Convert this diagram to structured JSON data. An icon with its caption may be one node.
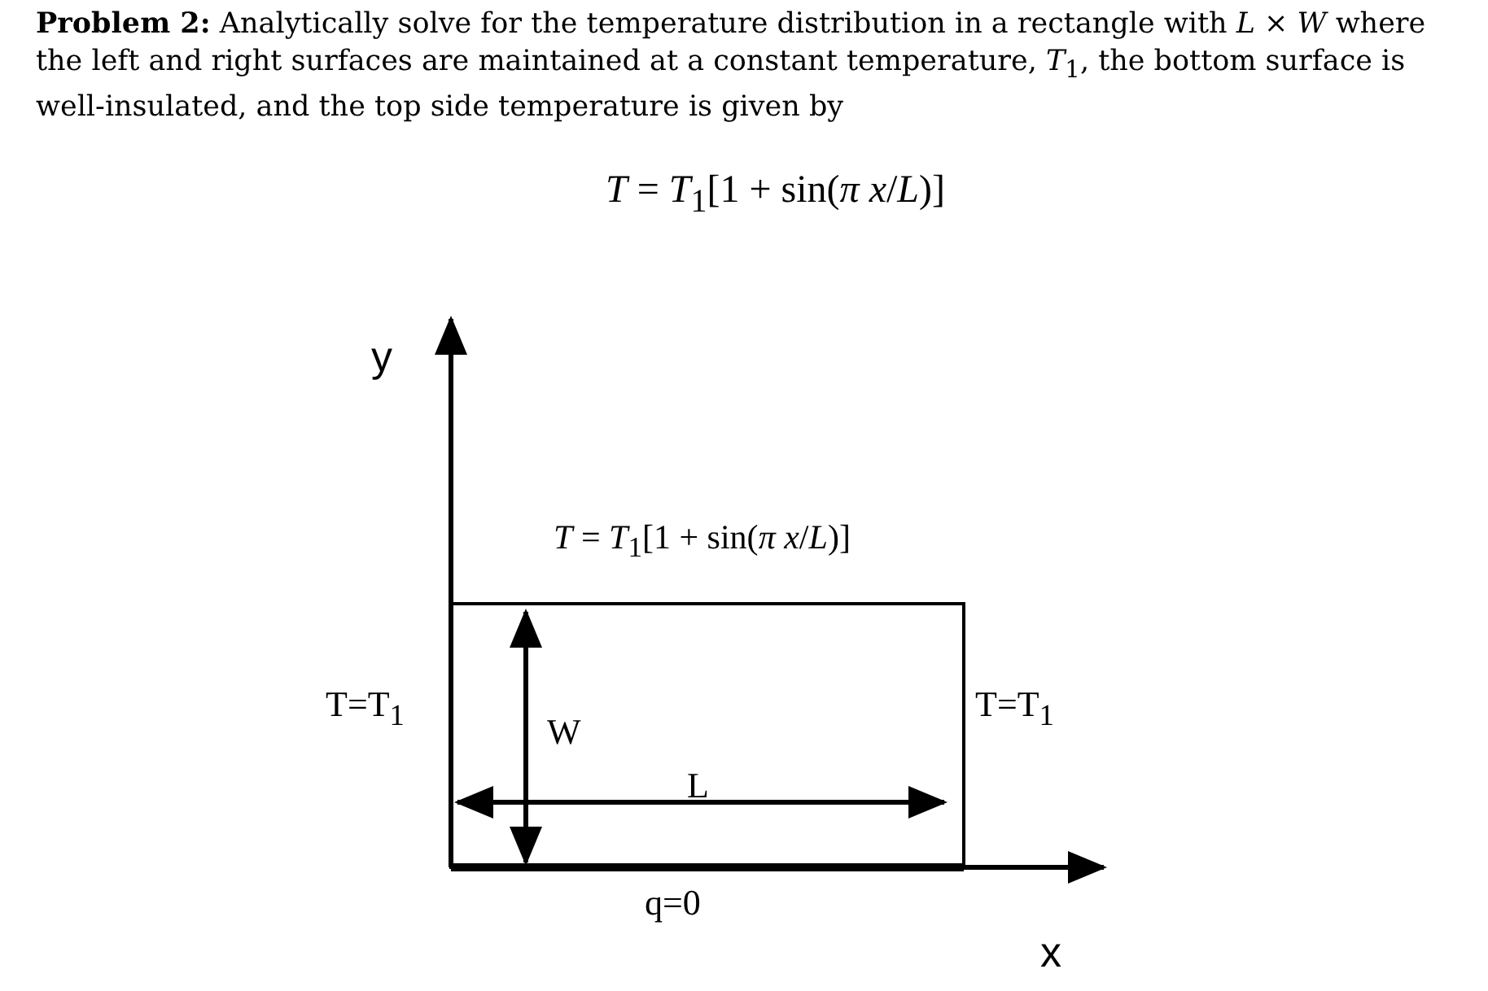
{
  "diagram": {
    "title": "**Problem 2:** Analytically solve for the temperature distribution in a rectangle with *L* × *W* where the left and right surfaces are maintained at a constant temperature, *T*$_{1}$, the bottom surface is well-insulated, and the top side temperature is given by",
    "labels": [
      "*T* = *T*$_{1}$[1 + sin(*π* *x*/*L*)]",
      "y",
      "*T* = *T*$_{1}$[1 + sin(*π* *x*/*L*)]",
      "T=T$_{1}$",
      "T=T$_{1}$",
      "W",
      "L",
      "q=0",
      "x"
    ]
  }
}
